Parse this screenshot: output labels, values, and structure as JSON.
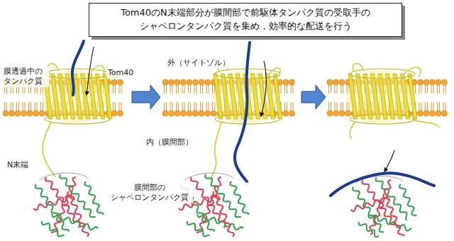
{
  "diagram": {
    "title": "Tom40のN末端部分が膜間部で前駆体タンパク質の受取手の シャペロンタンパク質を集め，効率的な配送を行う",
    "labels": [
      "膜透過中の タンパク質",
      "Tom40",
      "N末端",
      "膜間部の シャペロンタンパク質",
      "外（サイトゾル）",
      "内（膜間部）"
    ]
  }
}
